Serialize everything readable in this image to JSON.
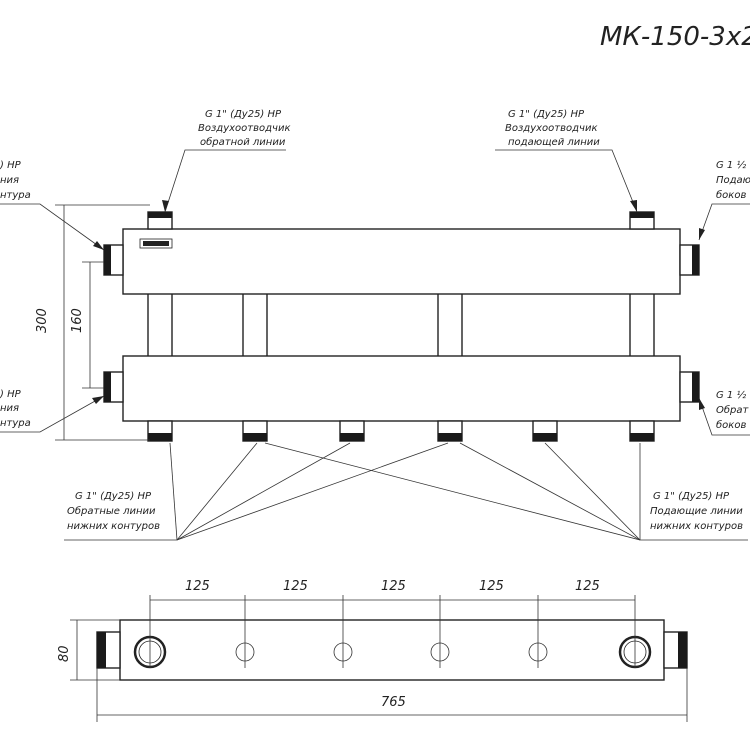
{
  "title": "МК-150-3х2",
  "callouts": {
    "air_vent_return": [
      "G 1\" (Ду25) НР",
      "Воздухоотводчик",
      "обратной линии"
    ],
    "air_vent_supply": [
      "G 1\" (Ду25) НР",
      "Воздухоотводчик",
      "подающей линии"
    ],
    "left_top": [
      ") НР",
      "ния",
      "нтура"
    ],
    "left_bottom": [
      ") НР",
      "ния",
      "нтура"
    ],
    "right_top": [
      "G 1 ½",
      "Подаю",
      "боков"
    ],
    "right_bottom": [
      "G 1 ½",
      "Обрат",
      "боков"
    ],
    "lower_return": [
      "G 1\" (Ду25) НР",
      "Обратные линии",
      "нижних контуров"
    ],
    "lower_supply": [
      "G 1\" (Ду25) НР",
      "Подающие линии",
      "нижних контуров"
    ]
  },
  "dimensions": {
    "height_total": "300",
    "between_axes": "160",
    "spacing": [
      "125",
      "125",
      "125",
      "125",
      "125"
    ],
    "depth": "80",
    "length": "765"
  },
  "colors": {
    "ink": "#222222",
    "thread": "#1a1a1a"
  }
}
